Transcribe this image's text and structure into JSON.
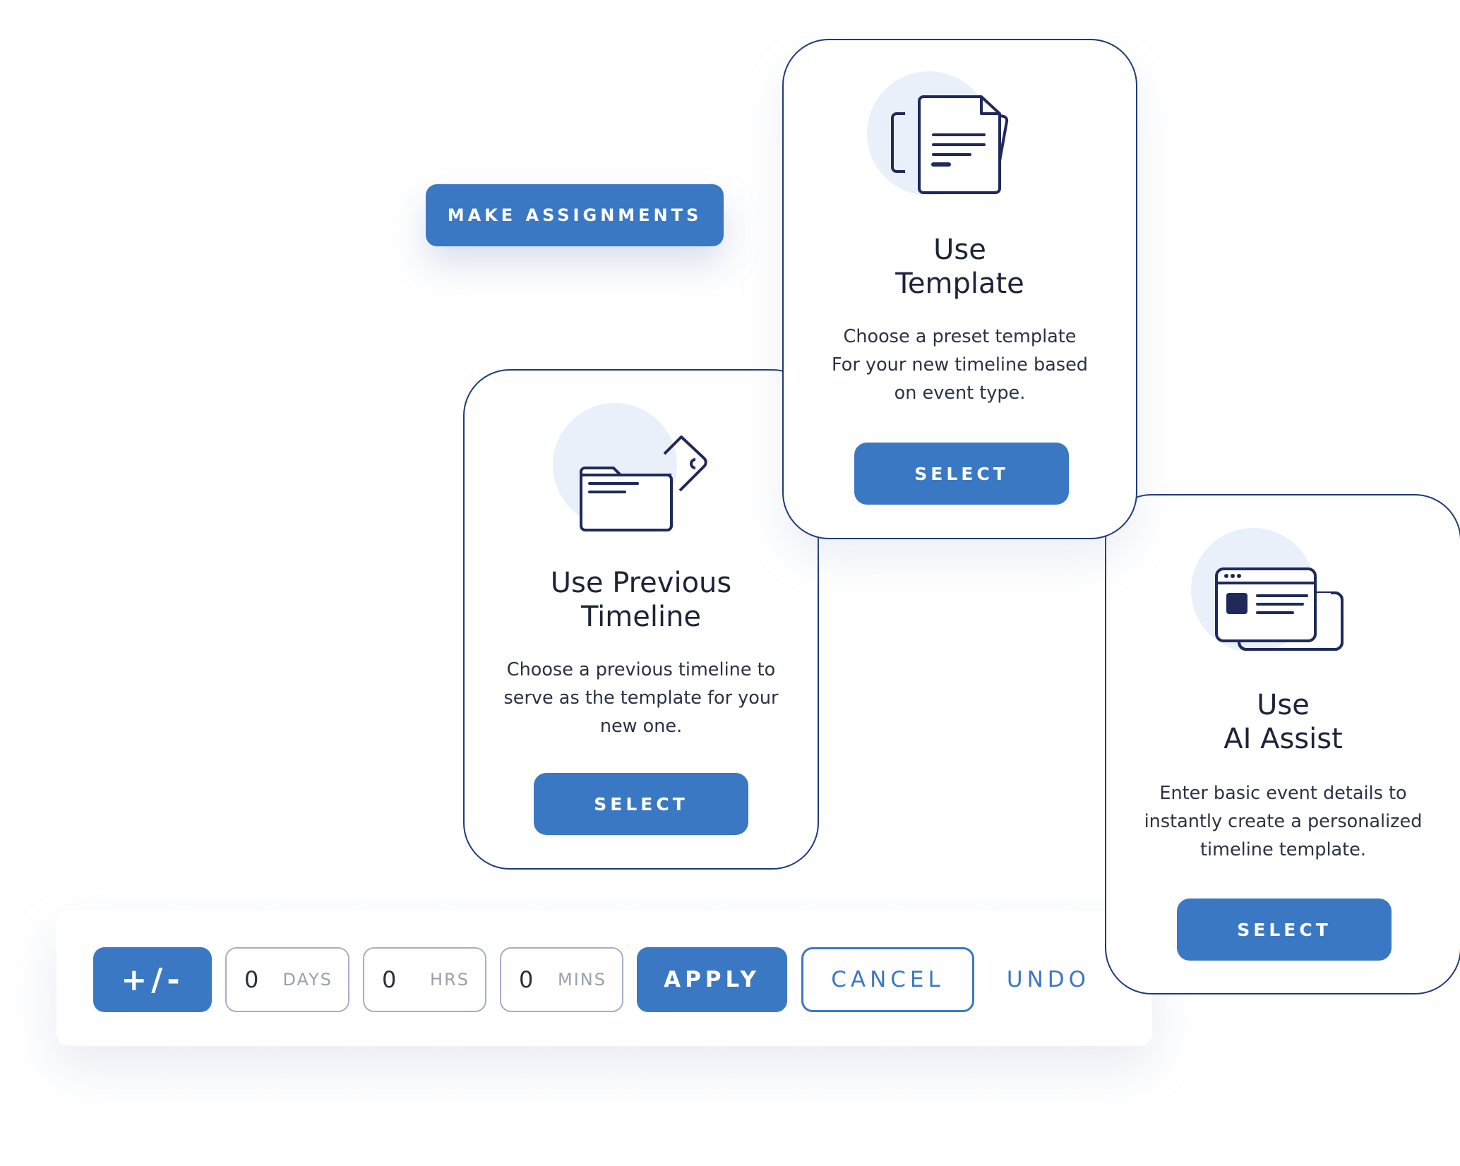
{
  "make_assignments": {
    "label": "MAKE ASSIGNMENTS"
  },
  "cards": {
    "template": {
      "title_line1": "Use",
      "title_line2": "Template",
      "desc_line1": "Choose a preset template",
      "desc_line2": "For your new timeline based",
      "desc_line3": "on event type.",
      "button": "SELECT",
      "icon": "document-pages-icon"
    },
    "previous": {
      "title_line1": "Use Previous",
      "title_line2": "Timeline",
      "desc_line1": "Choose a previous timeline to",
      "desc_line2": "serve as the template for your",
      "desc_line3": "new one.",
      "button": "SELECT",
      "icon": "folder-tag-icon"
    },
    "ai": {
      "title_line1": "Use",
      "title_line2": "AI Assist",
      "desc_line1": "Enter basic event details to",
      "desc_line2": "instantly create a personalized",
      "desc_line3": "timeline template.",
      "button": "SELECT",
      "icon": "browser-window-icon"
    }
  },
  "toolbar": {
    "plus_minus": "+/-",
    "days": {
      "value": "0",
      "unit": "DAYS"
    },
    "hrs": {
      "value": "0",
      "unit": "HRS"
    },
    "mins": {
      "value": "0",
      "unit": "MINS"
    },
    "apply": "APPLY",
    "cancel": "CANCEL",
    "undo": "UNDO"
  },
  "colors": {
    "primary": "#3b78c4",
    "card_border": "#1e3a7a",
    "icon_stroke": "#1f2a5a",
    "icon_bg": "#e9f0fa"
  }
}
